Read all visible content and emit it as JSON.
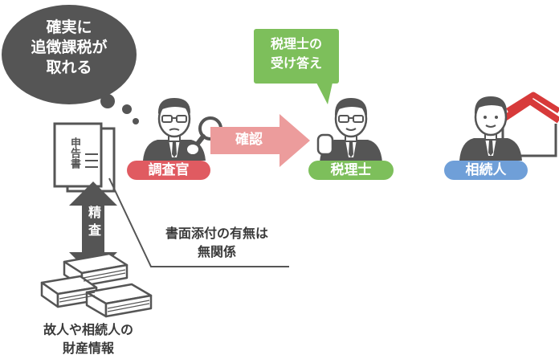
{
  "thought_bubble": {
    "lines": [
      "確実に",
      "追徴課税が",
      "取れる"
    ]
  },
  "speech_bubble": {
    "lines": [
      "税理士の",
      "受け答え"
    ]
  },
  "labels": {
    "inspector": "調査官",
    "confirm_arrow": "確認",
    "tax_accountant": "税理士",
    "heir": "相続人",
    "return_document": "申告書",
    "scrutiny": "精査",
    "attachment_note_line1": "書面添付の有無は",
    "attachment_note_line2": "無関係",
    "assets_line1": "故人や相続人の",
    "assets_line2": "財産情報"
  },
  "colors": {
    "inspector_pill": "#e05b61",
    "tax_accountant_pill": "#7dbf5b",
    "heir_pill": "#6f9fd8",
    "speech_bubble": "#7dbf5b",
    "confirm_arrow": "#ec9c9c",
    "house_roof": "#d73a3a",
    "thought_bubble": "#555555",
    "dark_gray": "#555555"
  },
  "icons": [
    "thought-bubble",
    "magnifier-icon",
    "document-icon",
    "paper-stack-icon",
    "house-icon",
    "person-icon"
  ]
}
